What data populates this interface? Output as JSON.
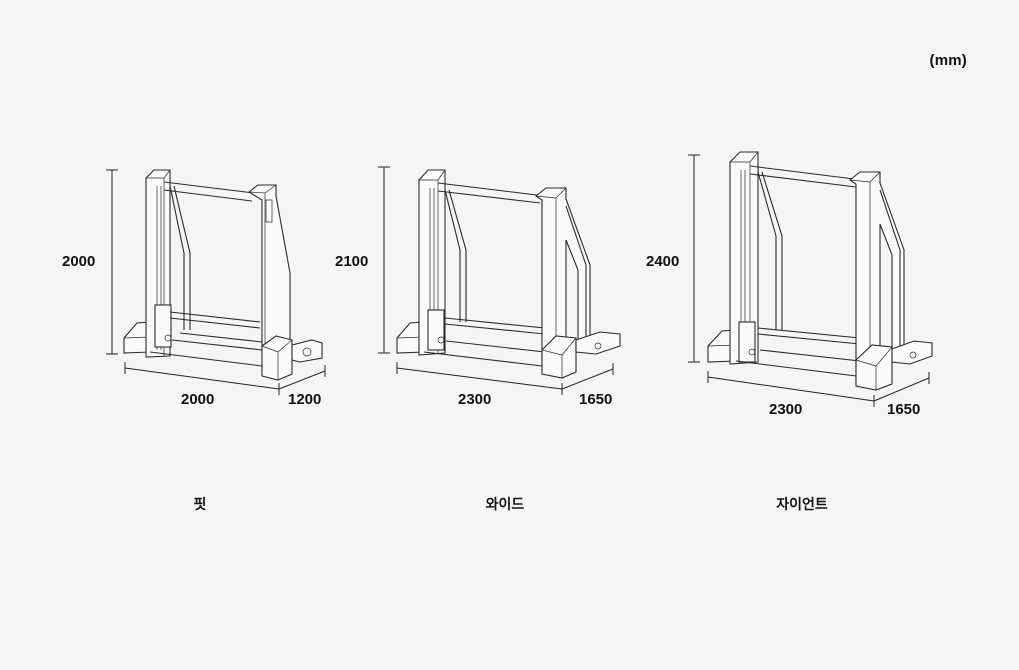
{
  "unit_label": "(mm)",
  "models": [
    {
      "name": "핏",
      "height": "2000",
      "width": "2000",
      "depth": "1200"
    },
    {
      "name": "와이드",
      "height": "2100",
      "width": "2300",
      "depth": "1650"
    },
    {
      "name": "자이언트",
      "height": "2400",
      "width": "2300",
      "depth": "1650"
    }
  ],
  "colors": {
    "background": "#f5f5f7",
    "line": "#2a2a2a",
    "text": "#111111"
  }
}
